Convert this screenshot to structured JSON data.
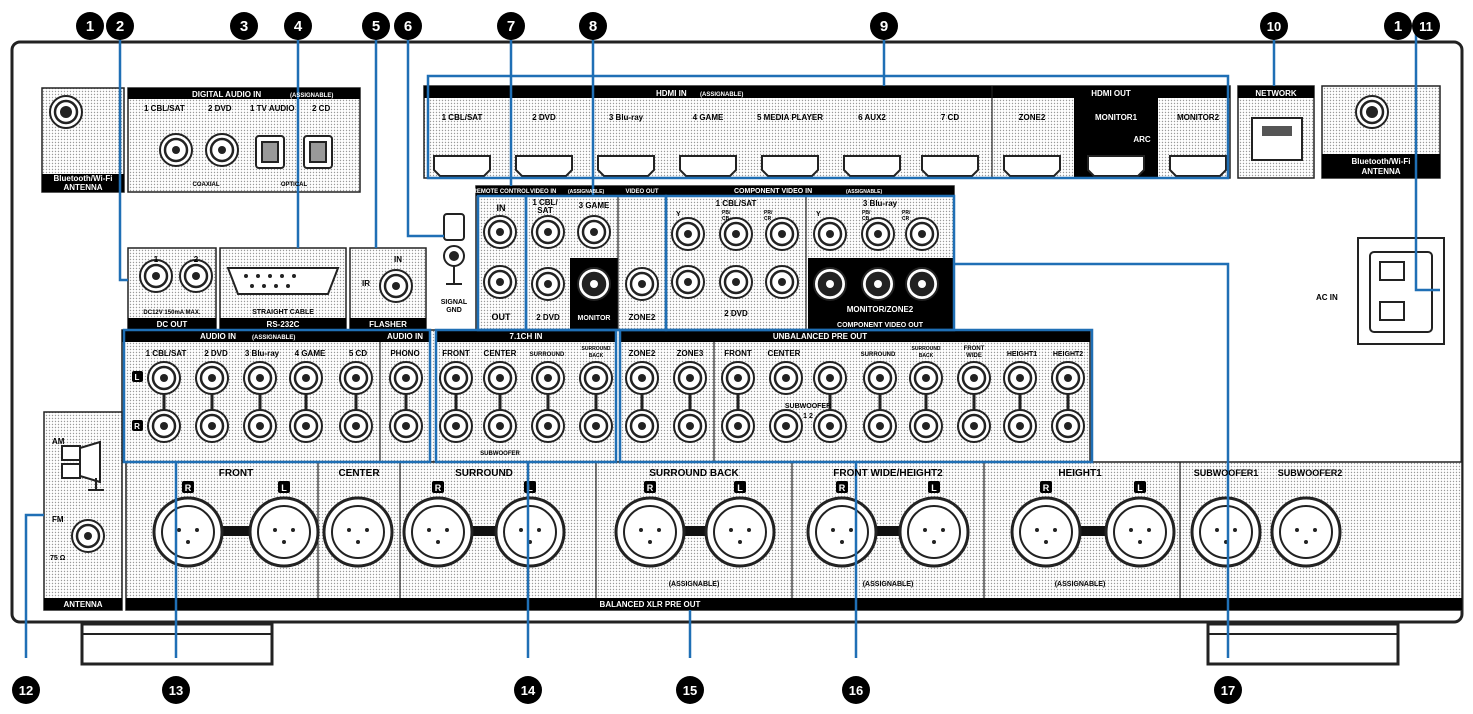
{
  "callouts": [
    "1",
    "2",
    "3",
    "4",
    "5",
    "6",
    "7",
    "8",
    "9",
    "10",
    "1",
    "11",
    "12",
    "13",
    "14",
    "15",
    "16",
    "17"
  ],
  "panel": {
    "bt_antenna_left": [
      "Bluetooth/Wi-Fi",
      "ANTENNA"
    ],
    "bt_antenna_right": [
      "Bluetooth/Wi-Fi",
      "ANTENNA"
    ],
    "digital_audio": {
      "title": "DIGITAL AUDIO IN",
      "assignable": "(ASSIGNABLE)",
      "inputs": [
        "1 CBL/SAT",
        "2 DVD",
        "1 TV AUDIO",
        "2 CD"
      ],
      "coaxial": "COAXIAL",
      "optical": "OPTICAL"
    },
    "hdmi_in": {
      "title": "HDMI IN",
      "assignable": "(ASSIGNABLE)",
      "inputs": [
        "1 CBL/SAT",
        "2 DVD",
        "3 Blu-ray",
        "4 GAME",
        "5 MEDIA PLAYER",
        "6 AUX2",
        "7 CD"
      ]
    },
    "hdmi_out": {
      "title": "HDMI OUT",
      "outputs": [
        "ZONE2",
        "MONITOR1",
        "MONITOR2"
      ],
      "arc": "ARC"
    },
    "network": "NETWORK",
    "dc_out": {
      "numbers": [
        "1",
        "2"
      ],
      "spec": "DC12V 150mA MAX.",
      "title": "DC OUT"
    },
    "rs232c": {
      "note": "STRAIGHT CABLE",
      "title": "RS-232C"
    },
    "flasher": {
      "in": "IN",
      "ir": "IR",
      "title": "FLASHER"
    },
    "signal_gnd": [
      "SIGNAL",
      "GND"
    ],
    "remote": {
      "title": "REMOTE CONTROL",
      "in": "IN",
      "out": "OUT"
    },
    "video": {
      "in_title": "VIDEO IN",
      "assignable": "(ASSIGNABLE)",
      "out_title": "VIDEO OUT",
      "cbl_sat": [
        "1 CBL/",
        "SAT"
      ],
      "game": "3 GAME",
      "dvd": "2 DVD",
      "monitor": "MONITOR",
      "zone2": "ZONE2"
    },
    "component": {
      "title": "COMPONENT VIDEO IN",
      "assignable": "(ASSIGNABLE)",
      "cbl_sat": "1 CBL/SAT",
      "bluray": "3 Blu-ray",
      "y": "Y",
      "pb": [
        "PB/",
        "CB"
      ],
      "pr": [
        "PR/",
        "CR"
      ],
      "dvd": "2 DVD",
      "monitor_zone2": "MONITOR/ZONE2",
      "out_title": "COMPONENT VIDEO OUT"
    },
    "ac_in": "AC IN",
    "audio_in": {
      "title": "AUDIO IN",
      "assignable": "(ASSIGNABLE)",
      "inputs": [
        "1 CBL/SAT",
        "2 DVD",
        "3 Blu-ray",
        "4 GAME",
        "5 CD"
      ],
      "l": "L",
      "r": "R"
    },
    "phono": {
      "title": "AUDIO IN",
      "label": "PHONO"
    },
    "ch71": {
      "title": "7.1CH IN",
      "front": "FRONT",
      "center": "CENTER",
      "surround": "SURROUND",
      "surround_back": [
        "SURROUND",
        "BACK"
      ],
      "subwoofer": "SUBWOOFER"
    },
    "pre_out": {
      "title": "UNBALANCED PRE OUT",
      "zone2": "ZONE2",
      "zone3": "ZONE3",
      "front": "FRONT",
      "center": "CENTER",
      "subwoofer": "SUBWOOFER",
      "sub_numbers": "1  2",
      "surround": "SURROUND",
      "surround_back": [
        "SURROUND",
        "BACK"
      ],
      "front_wide": [
        "FRONT",
        "WIDE"
      ],
      "height1": "HEIGHT1",
      "height2": "HEIGHT2"
    },
    "antenna": {
      "am": "AM",
      "fm": "FM",
      "ohm": "75 Ω",
      "title": "ANTENNA"
    },
    "xlr": {
      "title": "BALANCED XLR PRE OUT",
      "front": "FRONT",
      "center": "CENTER",
      "surround": "SURROUND",
      "surround_back": "SURROUND BACK",
      "front_wide_height2": "FRONT WIDE/HEIGHT2",
      "height1": "HEIGHT1",
      "subwoofer1": "SUBWOOFER1",
      "subwoofer2": "SUBWOOFER2",
      "assignable": "(ASSIGNABLE)",
      "r": "R",
      "l": "L"
    }
  },
  "colors": {
    "callout": "#000000",
    "leader": "#1f6fb5",
    "panel": "#ffffff",
    "dark": "#000000"
  }
}
